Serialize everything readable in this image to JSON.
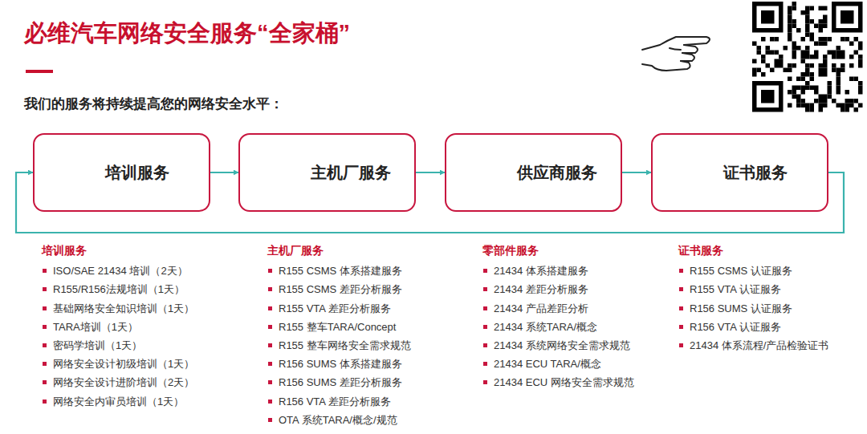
{
  "diagram": {
    "title": "必维汽车网络安全服务“全家桶”",
    "nodes": [
      {
        "text": [
          "培训服务"
        ]
      },
      {
        "text": [
          "主机厂服务"
        ]
      },
      {
        "text": [
          "供应商服务"
        ]
      },
      {
        "text": [
          "证书服务"
        ]
      }
    ],
    "edges": [
      {
        "from": 0,
        "to": 1,
        "arrow": "to"
      },
      {
        "from": 1,
        "to": 2,
        "arrow": "to"
      },
      {
        "from": 2,
        "to": 3,
        "arrow": "to"
      },
      {
        "from": 3,
        "to": 0,
        "arrow": "to"
      }
    ],
    "labels": [
      "我们的服务将持续提高您的网络安全水平：",
      "培训服务",
      "ISO/SAE 21434 培训（2天）",
      "R155/R156法规培训（1天）",
      "基础网络安全知识培训（1天）",
      "TARA培训（1天）",
      "密码学培训（1天）",
      "网络安全设计初级培训（1天）",
      "网络安全设计进阶培训（2天）",
      "网络安全内审员培训（1天）",
      "主机厂服务",
      "R155 CSMS 体系搭建服务",
      "R155 CSMS 差距分析服务",
      "R155 VTA 差距分析服务",
      "R155 整车TARA/Concept",
      "R155 整车网络安全需求规范",
      "R156 SUMS 体系搭建服务",
      "R156 SUMS 差距分析服务",
      "R156 VTA 差距分析服务",
      "OTA 系统TARA/概念/规范",
      "零部件服务",
      "21434 体系搭建服务",
      "21434 差距分析服务",
      "21434 产品差距分析",
      "21434 系统TARA/概念",
      "21434 系统网络安全需求规范",
      "21434 ECU TARA/概念",
      "21434 ECU 网络安全需求规范",
      "证书服务",
      "R155 CSMS 认证服务",
      "R155 VTA 认证服务",
      "R156 SUMS 认证服务",
      "R156 VTA 认证服务",
      "21434 体系流程/产品检验证书"
    ]
  }
}
